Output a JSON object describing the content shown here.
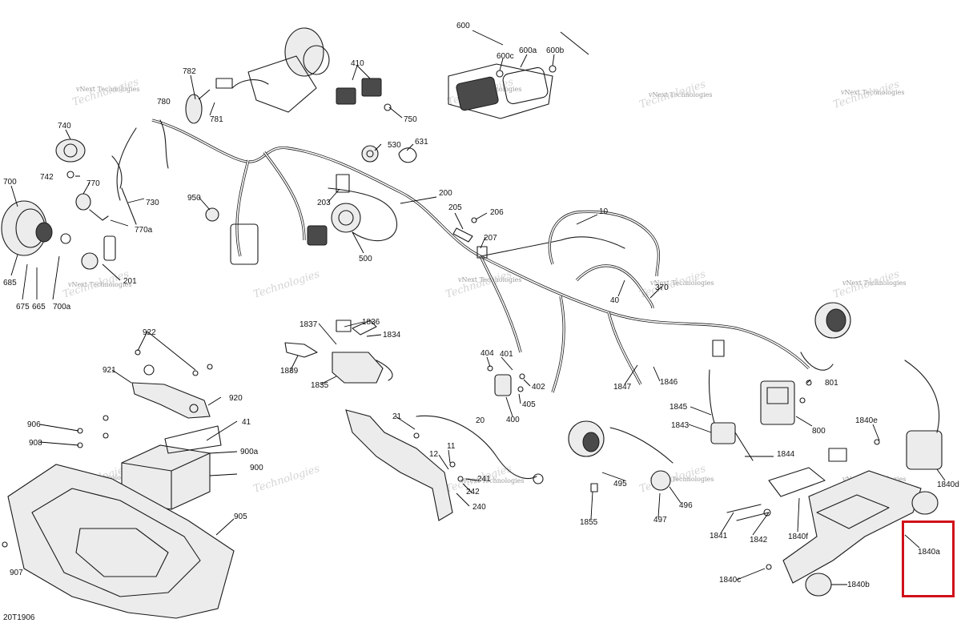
{
  "diagram_code": "20T1906",
  "watermark": {
    "line1": "vNext",
    "line2": "Technologies",
    "combined": "vNext Technologies"
  },
  "highlight": {
    "color": "#d0101a",
    "target": "1840a"
  },
  "callouts": {
    "c600": "600",
    "c600a": "600a",
    "c600b": "600b",
    "c600c": "600c",
    "c410": "410",
    "c750": "750",
    "c782": "782",
    "c780": "780",
    "c781": "781",
    "c740": "740",
    "c742": "742",
    "c770": "770",
    "c730": "730",
    "c770a": "770a",
    "c700": "700",
    "c685": "685",
    "c675": "675",
    "c665": "665",
    "c700a": "700a",
    "c201": "201",
    "c950": "950",
    "c530": "530",
    "c631": "631",
    "c203": "203",
    "c200": "200",
    "c500": "500",
    "c205": "205",
    "c206": "206",
    "c207": "207",
    "c10": "10",
    "c40": "40",
    "c370": "370",
    "c922": "922",
    "c921": "921",
    "c920": "920",
    "c906": "906",
    "c908": "908",
    "c41": "41",
    "c900a": "900a",
    "c900": "900",
    "c905": "905",
    "c907": "907",
    "c1837": "1837",
    "c1836": "1836",
    "c1834": "1834",
    "c1839": "1839",
    "c1835": "1835",
    "c404": "404",
    "c401": "401",
    "c402": "402",
    "c405": "405",
    "c400": "400",
    "c1847": "1847",
    "c1846": "1846",
    "c801": "801",
    "c800": "800",
    "c1845": "1845",
    "c1843": "1843",
    "c1844": "1844",
    "c1840e": "1840e",
    "c1840d": "1840d",
    "c21": "21",
    "c20": "20",
    "c11": "11",
    "c12": "12",
    "c241": "241",
    "c242": "242",
    "c240": "240",
    "c495": "495",
    "c496": "496",
    "c497": "497",
    "c1855": "1855",
    "c1841": "1841",
    "c1842": "1842",
    "c1840f": "1840f",
    "c1840a": "1840a",
    "c1840c": "1840c",
    "c1840b": "1840b"
  }
}
